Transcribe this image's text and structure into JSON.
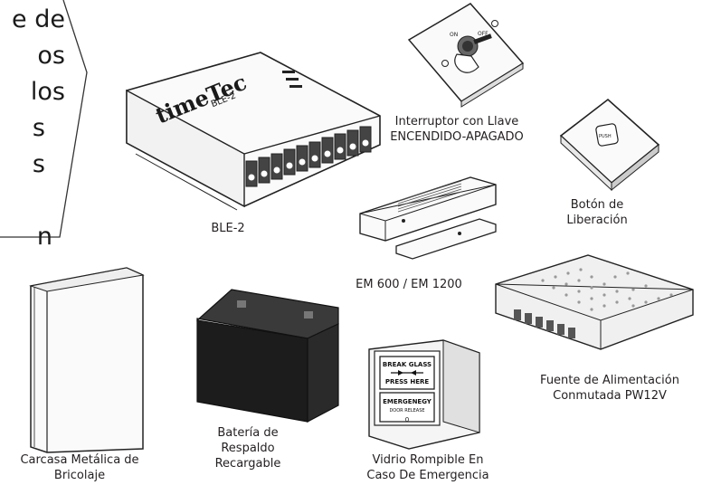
{
  "callout": {
    "lines": [
      "e de",
      "os los",
      "s",
      "s",
      "",
      "n"
    ]
  },
  "devices": {
    "ble2": {
      "label": "BLE-2",
      "brand": "timeTec",
      "model": "BLE-2"
    },
    "key_switch": {
      "label_line1": "Interruptor con Llave",
      "label_line2": "ENCENDIDO-APAGADO",
      "on_text": "ON",
      "off_text": "OFF"
    },
    "release_button": {
      "label_line1": "Botón de",
      "label_line2": "Liberación",
      "button_text": "PUSH"
    },
    "maglock": {
      "label": "EM 600 / EM 1200"
    },
    "power_supply": {
      "label_line1": "Fuente de Alimentación",
      "label_line2": "Conmutada PW12V"
    },
    "enclosure": {
      "label_line1": "Carcasa Metálica de",
      "label_line2": "Bricolaje"
    },
    "battery": {
      "label_line1": "Batería de",
      "label_line2": "Respaldo",
      "label_line3": "Recargable"
    },
    "break_glass": {
      "label_line1": "Vidrio Rompible En",
      "label_line2": "Caso De Emergencia",
      "sign_line1": "BREAK GLASS",
      "sign_line2": "PRESS HERE",
      "sign_line3": "EMERGENEGY",
      "sign_line4": "DOOR RELEASE",
      "sign_line5": "0"
    }
  }
}
